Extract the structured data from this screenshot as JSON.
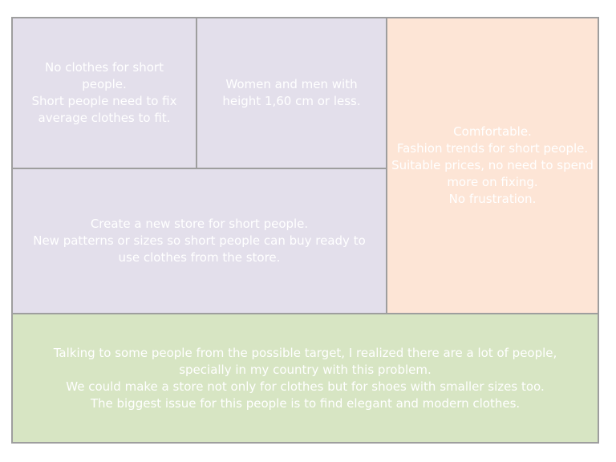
{
  "canvas": {
    "problem": "No clothes for short people.\nShort people need to fix average clothes to fit.",
    "customer_segments": "Women and men with height 1,60 cm or less.",
    "value_proposition": "Comfortable.\nFashion trends for short people.\nSuitable prices, no need to spend more on fixing.\nNo frustration.",
    "solution": "Create a new store for short people.\nNew patterns or sizes so short people can buy ready to use clothes from the store.",
    "notes": "Talking to some people from the possible target, I realized there are a lot of people, specially in my country with this problem.\nWe could make a store not only for clothes but for shoes with smaller sizes too.\nThe biggest issue for this people is to  find elegant and modern clothes."
  },
  "colors": {
    "lavender": "#e3dfeb",
    "peach": "#fde5d6",
    "green": "#d7e5c3",
    "border": "#9e9e9e",
    "text": "#ffffff"
  }
}
